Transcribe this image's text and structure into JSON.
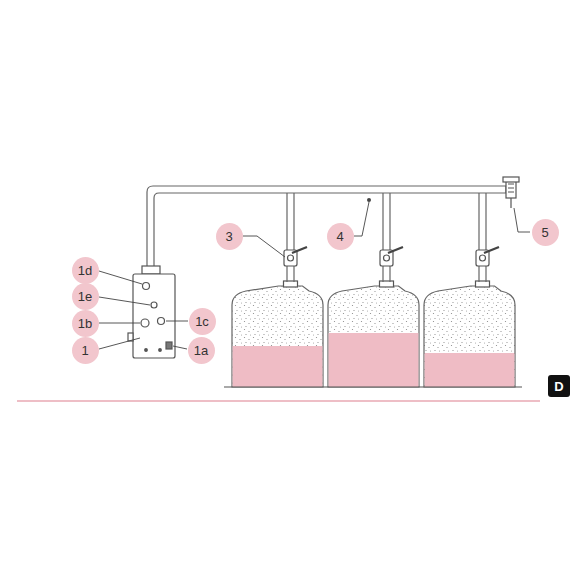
{
  "diagram": {
    "nodes": [
      {
        "text": [
          "3"
        ]
      },
      {
        "text": [
          "4"
        ]
      },
      {
        "text": [
          "5"
        ]
      },
      {
        "text": [
          "1d"
        ]
      },
      {
        "text": [
          "1e"
        ]
      },
      {
        "text": [
          "1c"
        ]
      },
      {
        "text": [
          "1b"
        ]
      },
      {
        "text": [
          "1"
        ]
      },
      {
        "text": [
          "1a"
        ]
      },
      {
        "text": [
          "D"
        ]
      }
    ]
  }
}
